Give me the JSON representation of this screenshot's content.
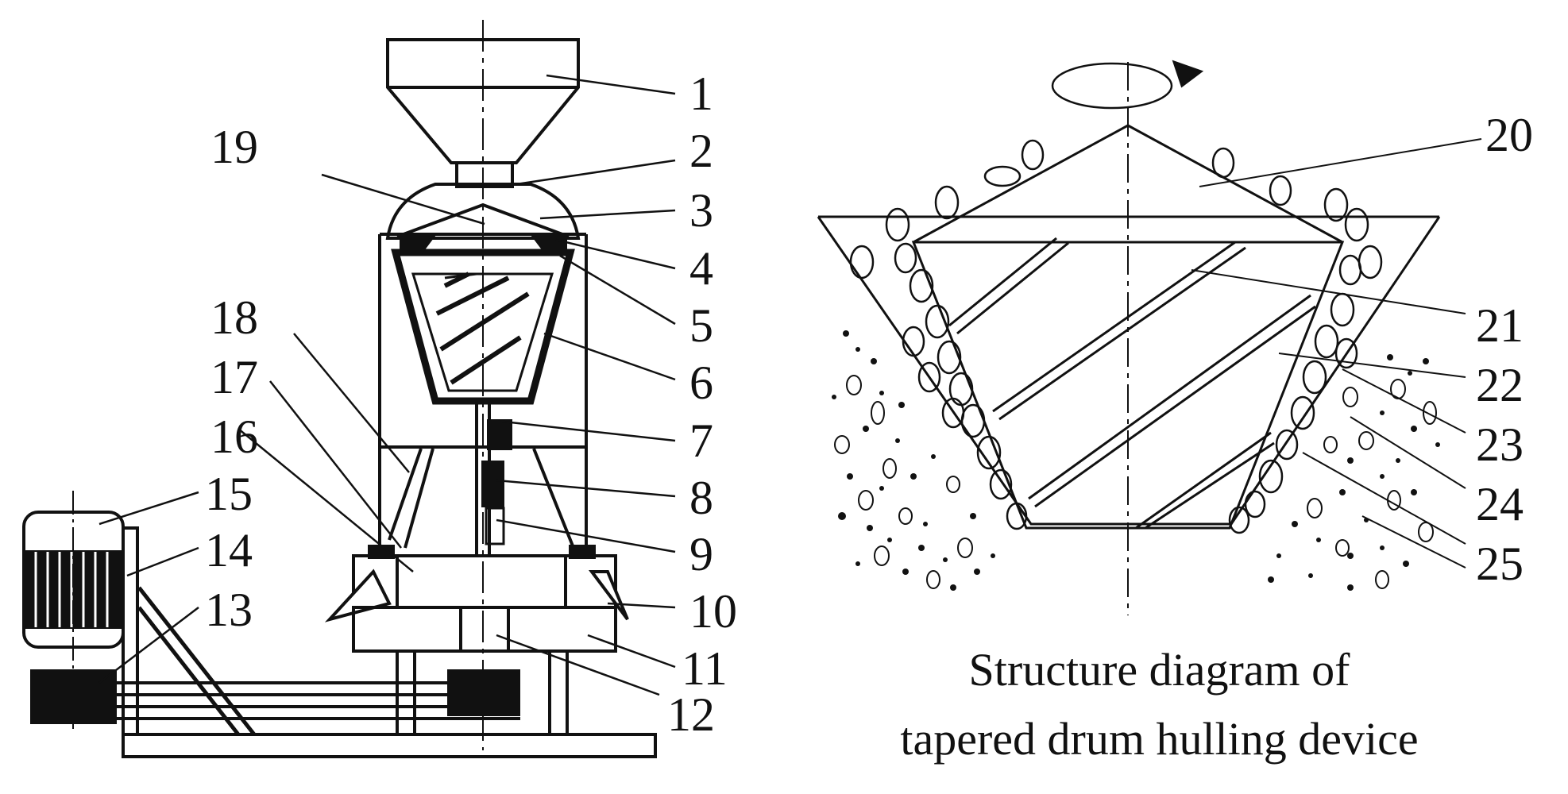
{
  "figure": {
    "caption_line1": "Structure diagram of",
    "caption_line2": "tapered drum hulling device",
    "rotation_arrow_icon": "rotation-arrow-icon"
  },
  "callouts": {
    "c1": "1",
    "c2": "2",
    "c3": "3",
    "c4": "4",
    "c5": "5",
    "c6": "6",
    "c7": "7",
    "c8": "8",
    "c9": "9",
    "c10": "10",
    "c11": "11",
    "c12": "12",
    "c13": "13",
    "c14": "14",
    "c15": "15",
    "c16": "16",
    "c17": "17",
    "c18": "18",
    "c19": "19",
    "c20": "20",
    "c21": "21",
    "c22": "22",
    "c23": "23",
    "c24": "24",
    "c25": "25"
  }
}
